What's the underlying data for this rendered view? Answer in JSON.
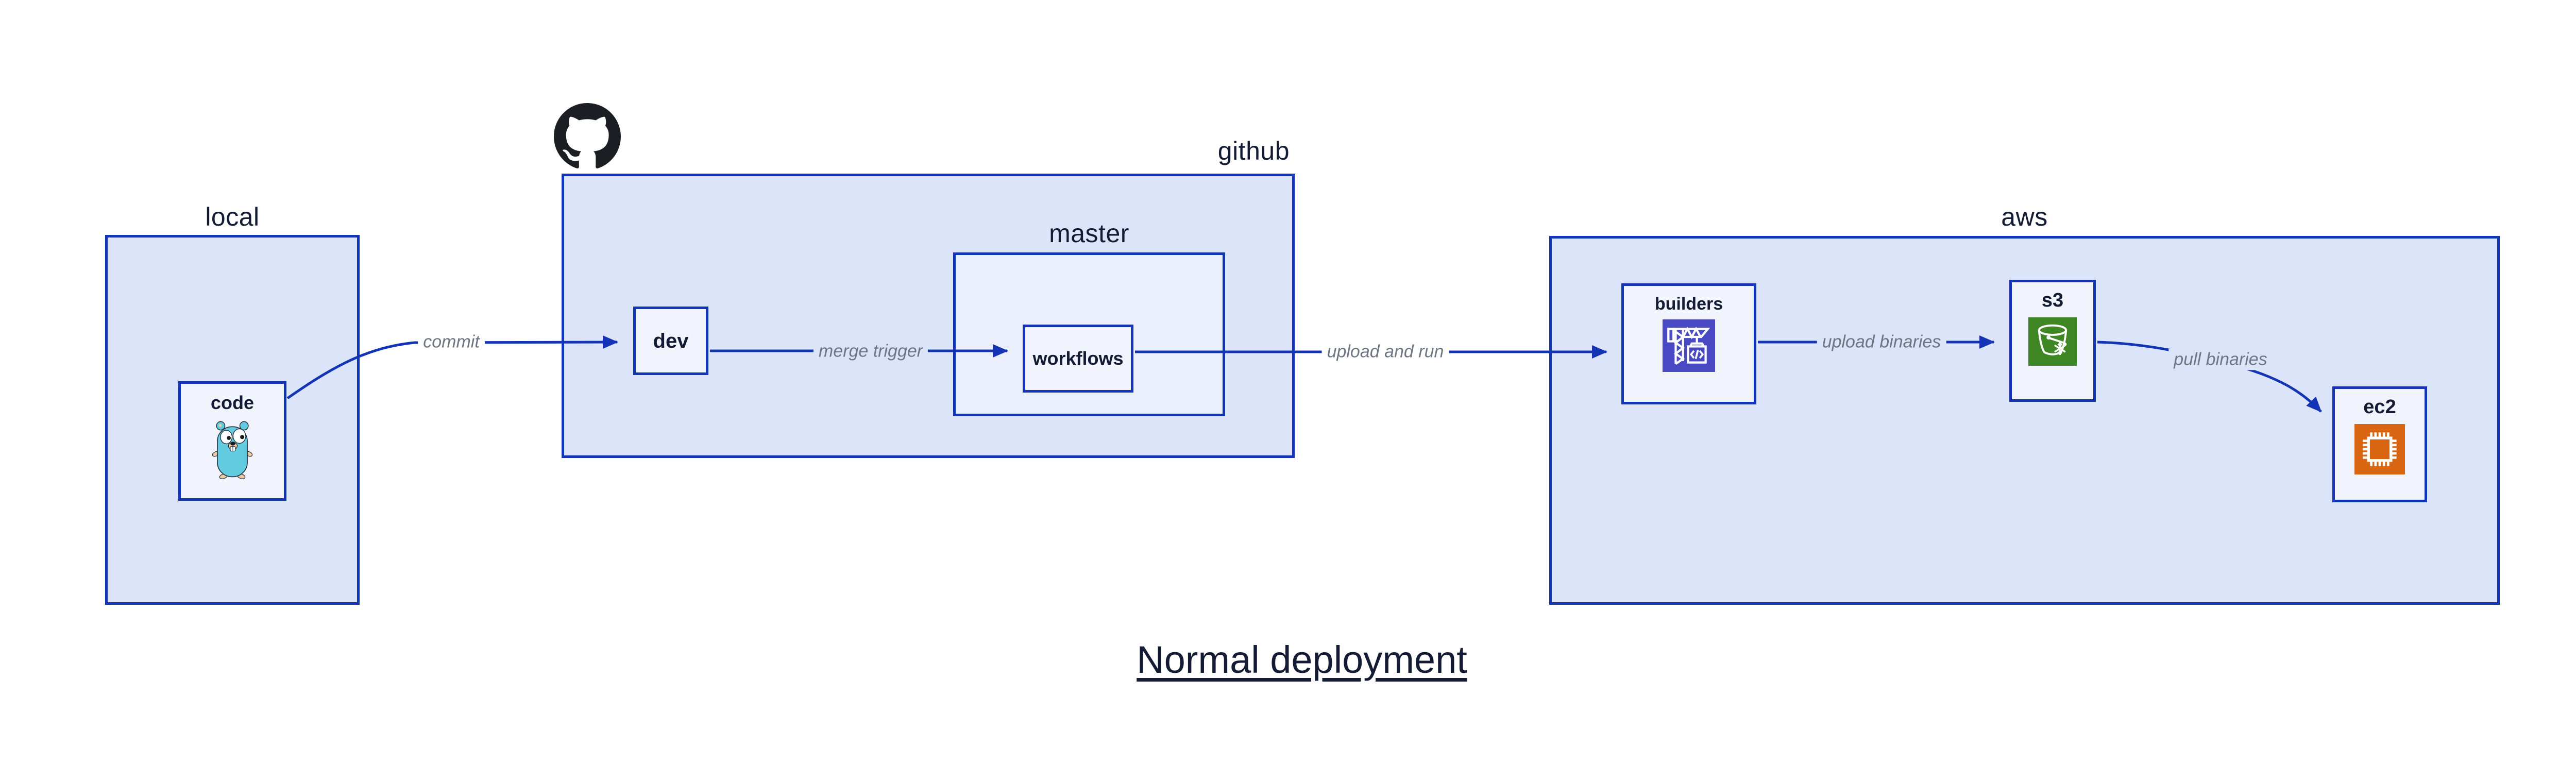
{
  "title": "Normal deployment",
  "groups": {
    "local": {
      "label": "local"
    },
    "github": {
      "label": "github"
    },
    "master": {
      "label": "master"
    },
    "aws": {
      "label": "aws"
    }
  },
  "nodes": {
    "code": {
      "label": "code",
      "icon": "go-gopher-icon"
    },
    "dev": {
      "label": "dev"
    },
    "workflows": {
      "label": "workflows"
    },
    "builders": {
      "label": "builders",
      "icon": "aws-codebuild-crane-icon"
    },
    "s3": {
      "label": "s3",
      "icon": "aws-s3-bucket-icon"
    },
    "ec2": {
      "label": "ec2",
      "icon": "aws-ec2-chip-icon"
    }
  },
  "edges": [
    {
      "label": "commit",
      "from": "code",
      "to": "dev"
    },
    {
      "label": "merge trigger",
      "from": "dev",
      "to": "workflows"
    },
    {
      "label": "upload and run",
      "from": "workflows",
      "to": "builders"
    },
    {
      "label": "upload binaries",
      "from": "builders",
      "to": "s3"
    },
    {
      "label": "pull binaries",
      "from": "s3",
      "to": "ec2"
    }
  ],
  "colors": {
    "edge_blue": "#1434b6",
    "group_fill": "#dce4f9",
    "master_fill": "#eaeffb",
    "node_fill": "#f1f4fd",
    "text_dark": "#141b35",
    "edge_label_gray": "#6e7583",
    "gopher_teal": "#63cbe0",
    "gopher_tan": "#efc9a3",
    "codebuild_indigo": "#4a49c4",
    "s3_green": "#3f8624",
    "ec2_orange": "#d86613",
    "github_black": "#1b1f23"
  }
}
